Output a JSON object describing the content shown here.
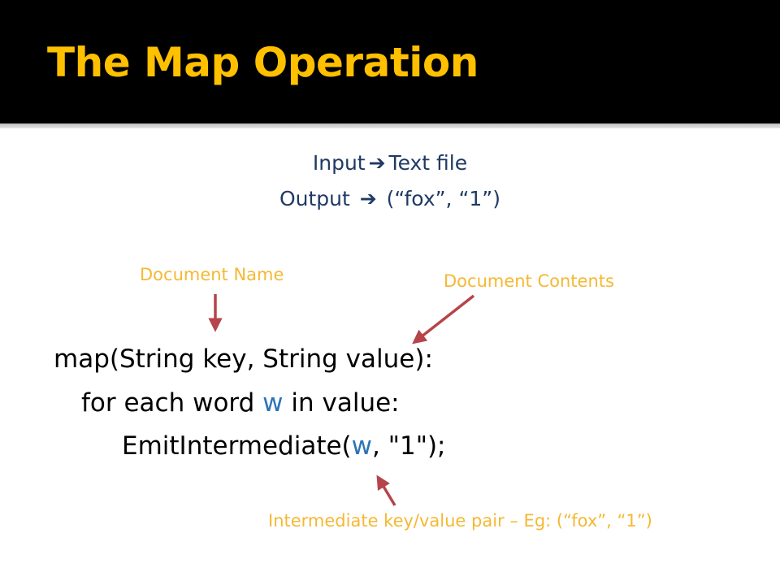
{
  "colors": {
    "title_gold": "#ffc000",
    "annotation_orange": "#f5b833",
    "arrow_red": "#b5454a",
    "text_navy": "#1f3a64",
    "variable_blue": "#2e74b5"
  },
  "slide": {
    "title": "The Map Operation",
    "io": {
      "input_label": "Input",
      "input_value": "Text file",
      "output_label": "Output",
      "output_value": "(“fox”, “1”)",
      "arrow_icon": "bold-right-arrow-icon",
      "arrow_glyph": "➔"
    },
    "annotations": {
      "document_name": "Document Name",
      "document_contents": "Document Contents",
      "intermediate_pair": "Intermediate key/value pair – Eg: (“fox”, “1”)"
    },
    "code": {
      "line1": "map(String key, String value):",
      "line2_prefix": "for each word ",
      "line2_var": "w",
      "line2_suffix": " in value:",
      "line3_prefix": "EmitIntermediate(",
      "line3_var": "w",
      "line3_suffix": ", \"1\");"
    }
  }
}
